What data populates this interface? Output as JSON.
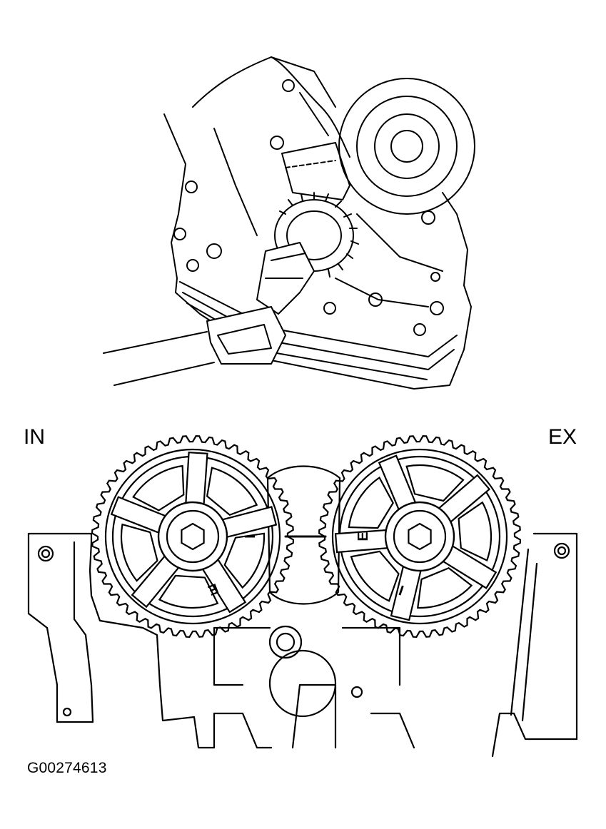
{
  "labels": {
    "intake": "IN",
    "exhaust": "EX",
    "figure_code": "G00274613"
  },
  "pulley_marks": {
    "intake": [
      "I",
      "E"
    ],
    "exhaust": [
      "E",
      "I"
    ]
  },
  "colors": {
    "line": "#000000",
    "paper": "#ffffff"
  }
}
